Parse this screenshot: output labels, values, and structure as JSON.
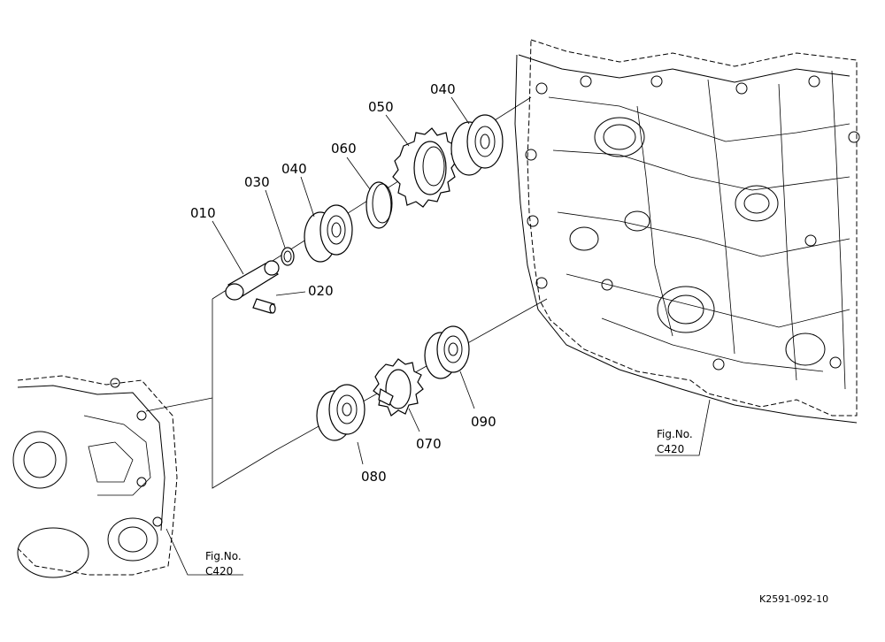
{
  "parts": {
    "p010": "010",
    "p020": "020",
    "p030": "030",
    "p040a": "040",
    "p040b": "040",
    "p050": "050",
    "p060": "060",
    "p070": "070",
    "p080": "080",
    "p090": "090"
  },
  "references": {
    "right": {
      "line1": "Fig.No.",
      "line2": "C420"
    },
    "left": {
      "line1": "Fig.No.",
      "line2": "C420"
    }
  },
  "drawing_code": "K2591-092-10"
}
